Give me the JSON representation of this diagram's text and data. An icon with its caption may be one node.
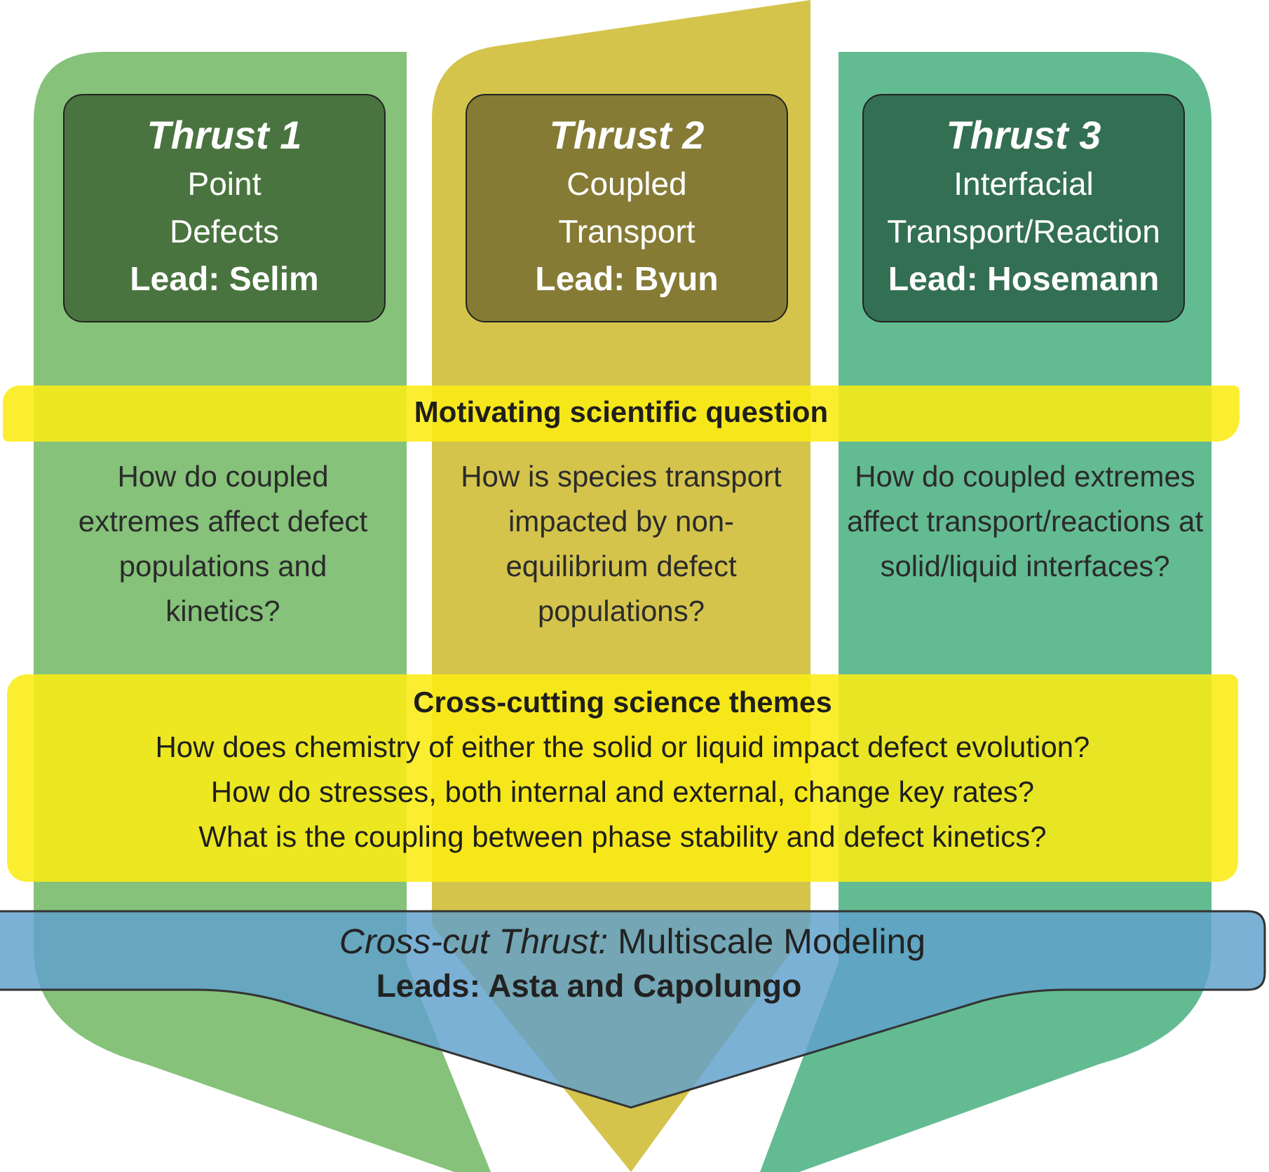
{
  "diagram": {
    "nodes": [
      {
        "text": [
          "How do coupled extremes affect defect populations and kinetics?"
        ]
      },
      {
        "text": [
          "Thrust 1",
          "Point Defects",
          "Lead: Selim"
        ],
        "in": 0
      },
      {
        "text": [
          "How is species transport impacted by non-equilibrium defect populations?"
        ]
      },
      {
        "text": [
          "Thrust 2",
          "Coupled Transport",
          "Lead: Byun"
        ],
        "in": 2
      },
      {
        "text": [
          "How do coupled extremes affect transport/reactions at solid/liquid interfaces?"
        ]
      },
      {
        "text": [
          "Thrust 3",
          "Interfacial Transport/Reaction",
          "Lead: Hosemann"
        ],
        "in": 4
      },
      {
        "text": [
          "Motivating scientific question"
        ]
      },
      {
        "text": [
          "Cross-cutting science themes",
          "How does chemistry of either the solid or liquid impact defect evolution?",
          "How do stresses, both internal and external, change key rates?",
          "What is the coupling between phase stability and defect kinetics?"
        ]
      },
      {
        "text": [
          "*Cross-cut Thrust:* Multiscale Modeling",
          "Leads: Asta and Capolungo"
        ]
      }
    ]
  }
}
